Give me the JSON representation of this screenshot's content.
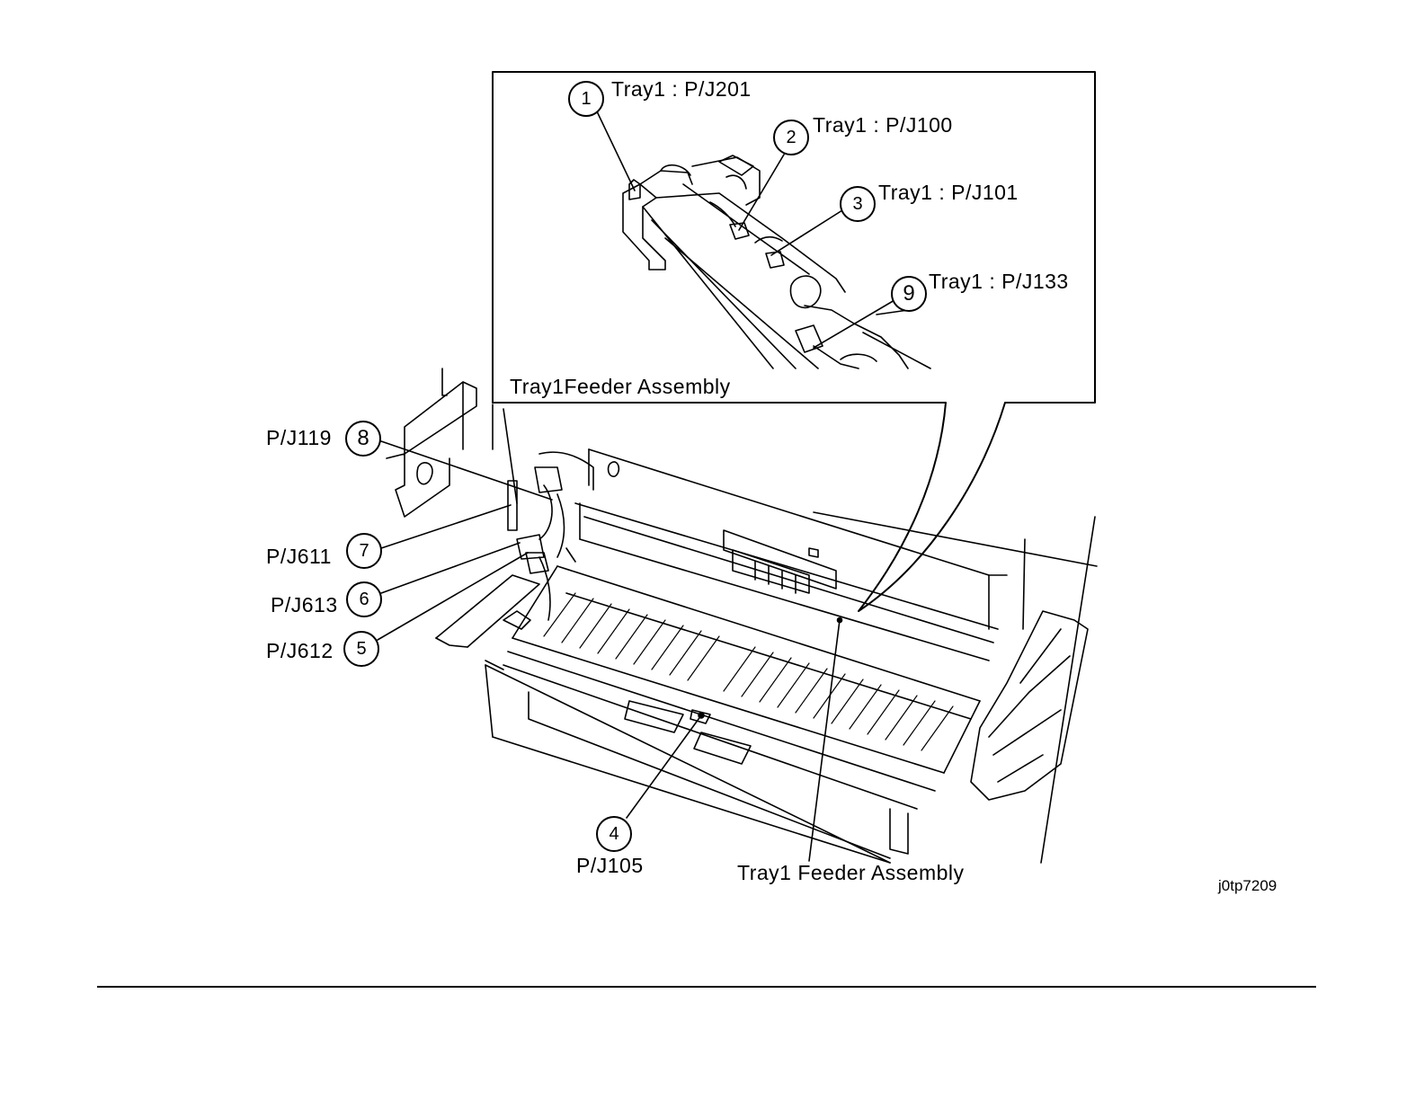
{
  "inset": {
    "caption": "Tray1Feeder Assembly"
  },
  "callouts": [
    {
      "num": "1",
      "label": "Tray1 : P/J201"
    },
    {
      "num": "2",
      "label": "Tray1 : P/J100"
    },
    {
      "num": "3",
      "label": "Tray1 : P/J101"
    },
    {
      "num": "9",
      "label": "Tray1 : P/J133"
    },
    {
      "num": "8",
      "label": "P/J119"
    },
    {
      "num": "7",
      "label": "P/J611"
    },
    {
      "num": "6",
      "label": "P/J613"
    },
    {
      "num": "5",
      "label": "P/J612"
    },
    {
      "num": "4",
      "label": "P/J105"
    }
  ],
  "main_caption": "Tray1 Feeder Assembly",
  "figure_code": "j0tp7209"
}
